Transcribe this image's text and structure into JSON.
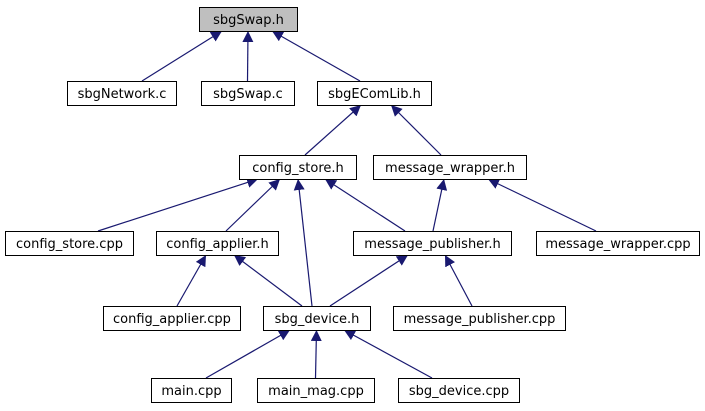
{
  "graph": {
    "colors": {
      "edge": "#191970",
      "node_border": "#000000",
      "node_fill": "#ffffff",
      "root_fill": "#bfbfbf",
      "text": "#000000"
    },
    "nodes": [
      {
        "id": "sbgswap_h",
        "label": "sbgSwap.h",
        "root": true
      },
      {
        "id": "sbgnetwork_c",
        "label": "sbgNetwork.c"
      },
      {
        "id": "sbgswap_c",
        "label": "sbgSwap.c"
      },
      {
        "id": "sbgecomlib_h",
        "label": "sbgEComLib.h"
      },
      {
        "id": "config_store_h",
        "label": "config_store.h"
      },
      {
        "id": "message_wrapper_h",
        "label": "message_wrapper.h"
      },
      {
        "id": "config_store_cpp",
        "label": "config_store.cpp"
      },
      {
        "id": "config_applier_h",
        "label": "config_applier.h"
      },
      {
        "id": "message_publisher_h",
        "label": "message_publisher.h"
      },
      {
        "id": "message_wrapper_cpp",
        "label": "message_wrapper.cpp"
      },
      {
        "id": "config_applier_cpp",
        "label": "config_applier.cpp"
      },
      {
        "id": "sbg_device_h",
        "label": "sbg_device.h"
      },
      {
        "id": "message_publisher_cpp",
        "label": "message_publisher.cpp"
      },
      {
        "id": "main_cpp",
        "label": "main.cpp"
      },
      {
        "id": "main_mag_cpp",
        "label": "main_mag.cpp"
      },
      {
        "id": "sbg_device_cpp",
        "label": "sbg_device.cpp"
      }
    ],
    "edges": [
      {
        "from": "sbgnetwork_c",
        "to": "sbgswap_h"
      },
      {
        "from": "sbgswap_c",
        "to": "sbgswap_h"
      },
      {
        "from": "sbgecomlib_h",
        "to": "sbgswap_h"
      },
      {
        "from": "config_store_h",
        "to": "sbgecomlib_h"
      },
      {
        "from": "message_wrapper_h",
        "to": "sbgecomlib_h"
      },
      {
        "from": "config_store_cpp",
        "to": "config_store_h"
      },
      {
        "from": "config_applier_h",
        "to": "config_store_h"
      },
      {
        "from": "sbg_device_h",
        "to": "config_store_h"
      },
      {
        "from": "message_publisher_h",
        "to": "config_store_h"
      },
      {
        "from": "message_publisher_h",
        "to": "message_wrapper_h"
      },
      {
        "from": "message_wrapper_cpp",
        "to": "message_wrapper_h"
      },
      {
        "from": "config_applier_cpp",
        "to": "config_applier_h"
      },
      {
        "from": "sbg_device_h",
        "to": "config_applier_h"
      },
      {
        "from": "sbg_device_h",
        "to": "message_publisher_h"
      },
      {
        "from": "message_publisher_cpp",
        "to": "message_publisher_h"
      },
      {
        "from": "main_cpp",
        "to": "sbg_device_h"
      },
      {
        "from": "main_mag_cpp",
        "to": "sbg_device_h"
      },
      {
        "from": "sbg_device_cpp",
        "to": "sbg_device_h"
      }
    ]
  }
}
